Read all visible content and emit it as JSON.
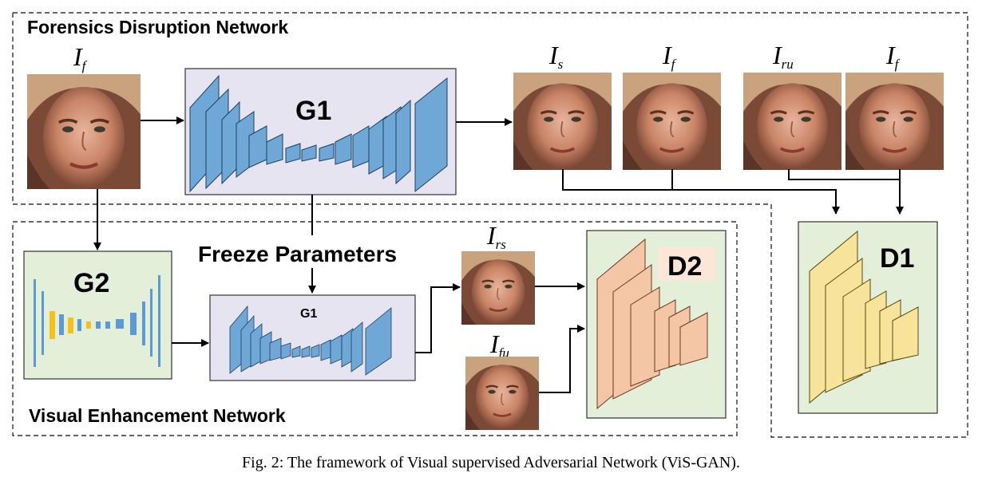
{
  "sections": {
    "forensics": "Forensics Disruption Network",
    "visual": "Visual Enhancement Network"
  },
  "modules": {
    "g1": "G1",
    "g1_small": "G1",
    "g2": "G2",
    "d1": "D1",
    "d2": "D2"
  },
  "freeze_label": "Freeze Parameters",
  "images": {
    "input": {
      "base": "I",
      "sub": "f"
    },
    "top1": {
      "base": "I",
      "sub": "s"
    },
    "top2": {
      "base": "I",
      "sub": "f"
    },
    "top3": {
      "base": "I",
      "sub": "ru"
    },
    "top4": {
      "base": "I",
      "sub": "f"
    },
    "mid_rs": {
      "base": "I",
      "sub": "rs"
    },
    "mid_fu": {
      "base": "I",
      "sub": "fu"
    }
  },
  "caption": "Fig. 2: The framework of Visual supervised Adversarial Network (ViS-GAN).",
  "colors": {
    "g1_box": "#e6e4f0",
    "g2_box": "#e3efd9",
    "d_box": "#e3efd9",
    "g1_blocks": "#6fa7d6",
    "d1_blocks": "#f7e39a",
    "d2_blocks": "#f4c6a6",
    "g2_blue": "#5b9bd5",
    "g2_yellow": "#f5c018"
  }
}
